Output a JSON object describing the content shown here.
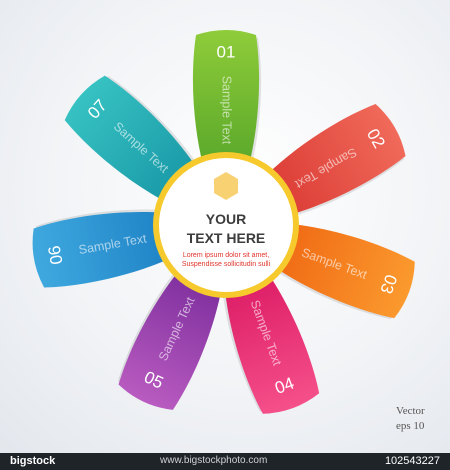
{
  "center": {
    "title_line1": "YOUR",
    "title_line2": "TEXT HERE",
    "body_line1": "Lorem ipsum dolor sit amet,",
    "body_line2": "Suspendisse sollicitudin sulli",
    "hexagon_color": "#f7c95a"
  },
  "petals": [
    {
      "number": "01",
      "text": "Sample Text",
      "color_top": "#8fcc3a",
      "color_bottom": "#5aa82a"
    },
    {
      "number": "02",
      "text": "Sample Text",
      "color_top": "#f06a5a",
      "color_bottom": "#dc3d36"
    },
    {
      "number": "03",
      "text": "Sample Text",
      "color_top": "#fb9a2e",
      "color_bottom": "#f06a14"
    },
    {
      "number": "04",
      "text": "Sample Text",
      "color_top": "#f5508a",
      "color_bottom": "#dd1d66"
    },
    {
      "number": "05",
      "text": "Sample Text",
      "color_top": "#b95bc0",
      "color_bottom": "#7e2f9e"
    },
    {
      "number": "06",
      "text": "Sample Text",
      "color_top": "#3fa9df",
      "color_bottom": "#1f83c6"
    },
    {
      "number": "07",
      "text": "Sample Text",
      "color_top": "#37c2c2",
      "color_bottom": "#1a9aa8"
    }
  ],
  "ring_color": "#f6c92c",
  "footer": {
    "line1": "Vector",
    "line2": "eps 10"
  },
  "stock_bar": {
    "brand": "bigstock",
    "site": "www.bigstockphoto.com",
    "id": "102543227"
  }
}
